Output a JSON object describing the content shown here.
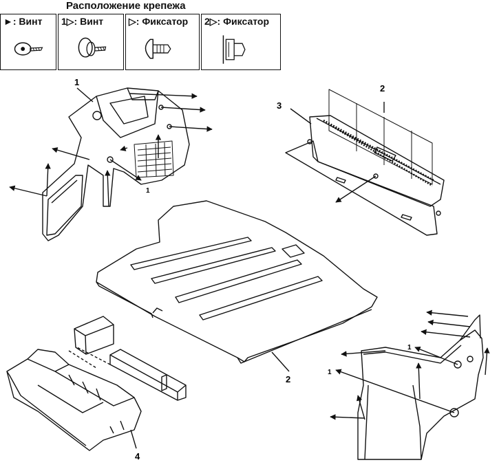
{
  "legend": {
    "title": "Расположение крепежа",
    "items": [
      {
        "label": "►: Винт"
      },
      {
        "label": "1▷: Винт"
      },
      {
        "label": "▷: Фиксатор"
      },
      {
        "label": "2▷: Фиксатор"
      }
    ]
  },
  "callouts": {
    "c1": "1",
    "c2a": "2",
    "c2b": "2",
    "c3": "3",
    "c4": "4",
    "sub1a": "1",
    "sub1b": "1",
    "sub1c": "1"
  }
}
